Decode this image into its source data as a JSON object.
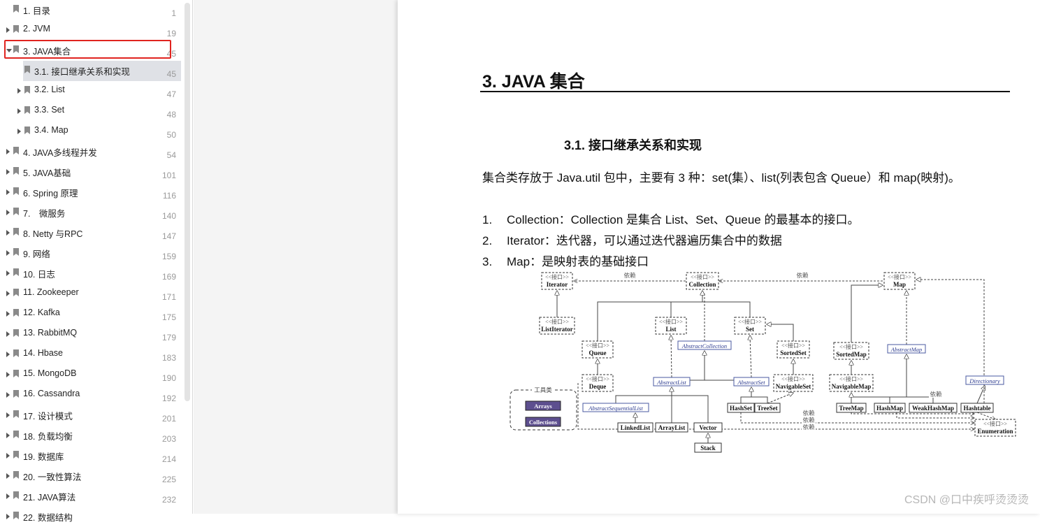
{
  "sidebar": {
    "items": [
      {
        "label": "1. 目录",
        "page": "1",
        "level": 0,
        "expander": "none"
      },
      {
        "label": "2. JVM",
        "page": "19",
        "level": 0,
        "expander": "closed"
      },
      {
        "label": "3. JAVA集合",
        "page": "45",
        "level": 0,
        "expander": "open"
      },
      {
        "label": "3.1. 接口继承关系和实现",
        "page": "45",
        "level": 1,
        "expander": "none",
        "selected": true
      },
      {
        "label": "3.2. List",
        "page": "47",
        "level": 1,
        "expander": "closed"
      },
      {
        "label": "3.3. Set",
        "page": "48",
        "level": 1,
        "expander": "closed"
      },
      {
        "label": "3.4. Map",
        "page": "50",
        "level": 1,
        "expander": "closed"
      },
      {
        "label": "4. JAVA多线程并发",
        "page": "54",
        "level": 0,
        "expander": "closed"
      },
      {
        "label": "5. JAVA基础",
        "page": "101",
        "level": 0,
        "expander": "closed"
      },
      {
        "label": "6. Spring 原理",
        "page": "116",
        "level": 0,
        "expander": "closed"
      },
      {
        "label": "7.　微服务",
        "page": "140",
        "level": 0,
        "expander": "closed"
      },
      {
        "label": "8. Netty 与RPC",
        "page": "147",
        "level": 0,
        "expander": "closed"
      },
      {
        "label": "9. 网络",
        "page": "159",
        "level": 0,
        "expander": "closed"
      },
      {
        "label": "10. 日志",
        "page": "169",
        "level": 0,
        "expander": "closed"
      },
      {
        "label": "11. Zookeeper",
        "page": "171",
        "level": 0,
        "expander": "closed"
      },
      {
        "label": "12. Kafka",
        "page": "175",
        "level": 0,
        "expander": "closed"
      },
      {
        "label": "13. RabbitMQ",
        "page": "179",
        "level": 0,
        "expander": "closed"
      },
      {
        "label": "14. Hbase",
        "page": "183",
        "level": 0,
        "expander": "closed"
      },
      {
        "label": "15. MongoDB",
        "page": "190",
        "level": 0,
        "expander": "closed"
      },
      {
        "label": "16. Cassandra",
        "page": "192",
        "level": 0,
        "expander": "closed"
      },
      {
        "label": "17. 设计模式",
        "page": "201",
        "level": 0,
        "expander": "closed"
      },
      {
        "label": "18. 负载均衡",
        "page": "203",
        "level": 0,
        "expander": "closed"
      },
      {
        "label": "19. 数据库",
        "page": "214",
        "level": 0,
        "expander": "closed"
      },
      {
        "label": "20. 一致性算法",
        "page": "225",
        "level": 0,
        "expander": "closed"
      },
      {
        "label": "21. JAVA算法",
        "page": "232",
        "level": 0,
        "expander": "closed"
      },
      {
        "label": "22. 数据结构",
        "page": "",
        "level": 0,
        "expander": "closed"
      }
    ]
  },
  "document": {
    "heading": "3. JAVA 集合",
    "subheading": "3.1. 接口继承关系和实现",
    "intro": "集合类存放于 Java.util 包中，主要有 3 种：set(集）、list(列表包含 Queue）和 map(映射)。",
    "list": [
      {
        "num": "1.",
        "text": "Collection：Collection 是集合 List、Set、Queue 的最基本的接口。"
      },
      {
        "num": "2.",
        "text": "Iterator：迭代器，可以通过迭代器遍历集合中的数据"
      },
      {
        "num": "3.",
        "text": "Map：是映射表的基础接口"
      }
    ]
  },
  "diagram": {
    "interface_tag": "<<接口>>",
    "depends": "依赖",
    "tools_title": "工具类",
    "tools": [
      "Arrays",
      "Collections"
    ],
    "interfaces": [
      "Iterator",
      "Collection",
      "Map",
      "ListIterator",
      "List",
      "Set",
      "Queue",
      "SortedSet",
      "SortedMap",
      "Deque",
      "NavigableSet",
      "NavigableMap",
      "Enumeration"
    ],
    "abstracts": [
      "AbstractCollection",
      "AbstractMap",
      "AbstractList",
      "AbstractSet",
      "AbstractSequentialList",
      "Directionary"
    ],
    "classes": [
      "HashSet",
      "TreeSet",
      "TreeMap",
      "HashMap",
      "WeakHashMap",
      "Hashtable",
      "LinkedList",
      "ArrayList",
      "Vector",
      "Stack"
    ]
  },
  "watermark": "CSDN @口中疾呼烫烫烫"
}
